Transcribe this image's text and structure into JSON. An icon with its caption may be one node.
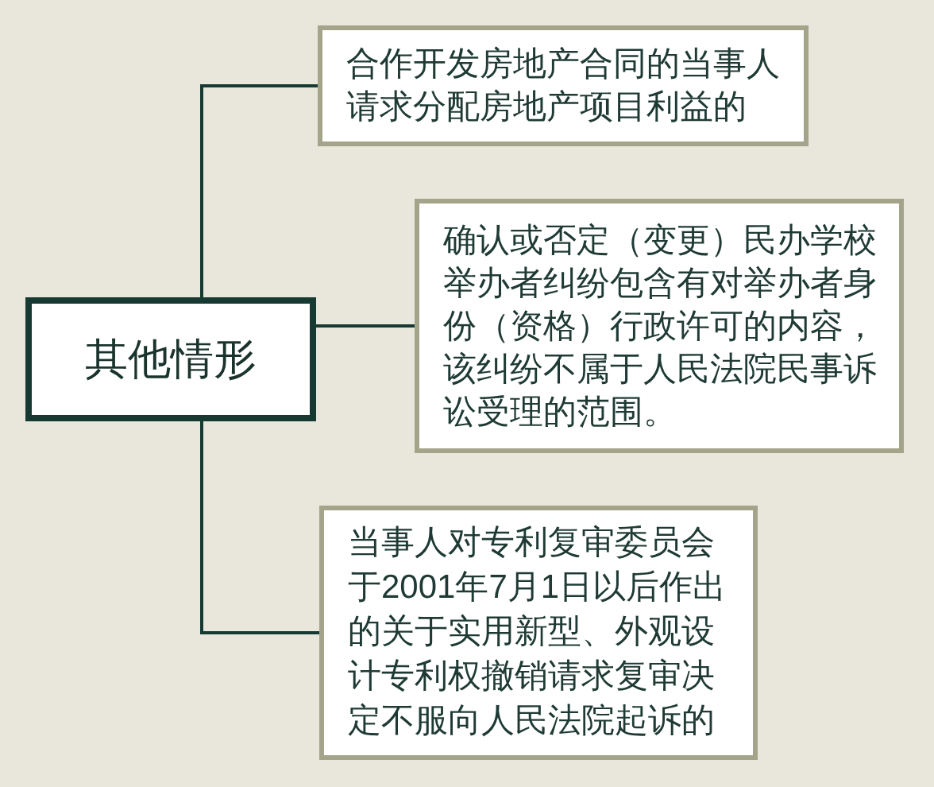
{
  "diagram": {
    "nodes": [
      {
        "text": [
          "其他情形"
        ]
      },
      {
        "text": [
          "合作开发房地产合同的当事人请求分配房地产项目利益的"
        ]
      },
      {
        "text": [
          "确认或否定（变更）民办学校举办者纠纷包含有对举办者身份（资格）行政许可的内容，该纠纷不属于人民法院民事诉讼受理的范围。"
        ]
      },
      {
        "text": [
          "当事人对专利复审委员会于2001年7月1日以后作出的关于实用新型、外观设计专利权撤销请求复审决定不服向人民法院起诉的"
        ]
      }
    ],
    "edges": [
      {
        "from": 0,
        "to": 1,
        "arrow": "none"
      },
      {
        "from": 0,
        "to": 2,
        "arrow": "none"
      },
      {
        "from": 0,
        "to": 3,
        "arrow": "none"
      }
    ]
  }
}
